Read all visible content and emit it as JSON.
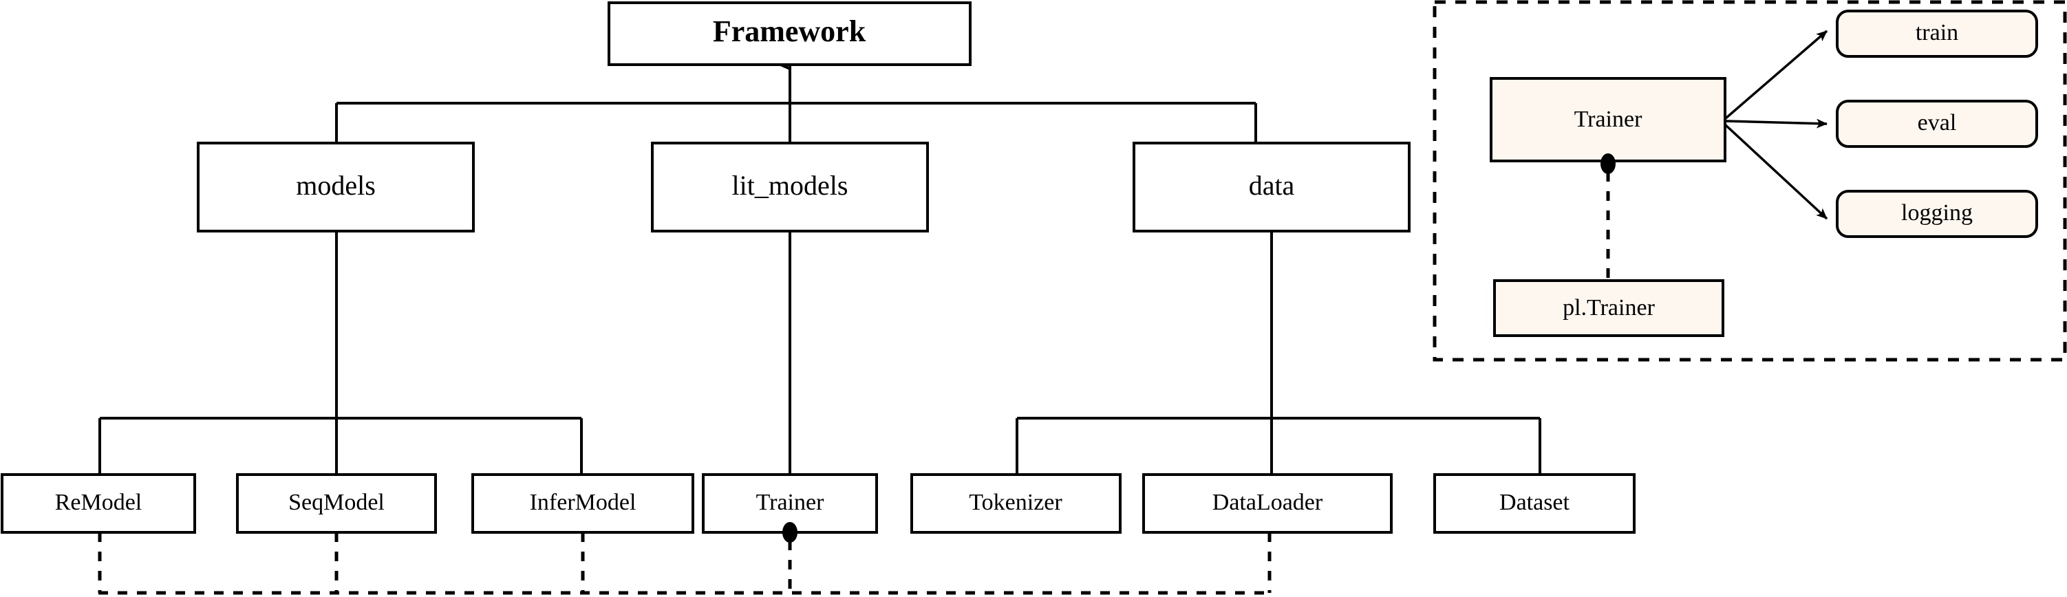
{
  "diagram": {
    "title_box": {
      "label": "Framework"
    },
    "level2": [
      {
        "id": "models",
        "label": "models"
      },
      {
        "id": "lit_models",
        "label": "lit_models"
      },
      {
        "id": "data",
        "label": "data"
      }
    ],
    "level3": [
      {
        "id": "remodel",
        "label": "ReModel"
      },
      {
        "id": "seqmodel",
        "label": "SeqModel"
      },
      {
        "id": "infermodel",
        "label": "InferModel"
      },
      {
        "id": "trainer",
        "label": "Trainer"
      },
      {
        "id": "tokenizer",
        "label": "Tokenizer"
      },
      {
        "id": "dataloader",
        "label": "DataLoader"
      },
      {
        "id": "dataset",
        "label": "Dataset"
      }
    ],
    "inset": {
      "main_box": {
        "label": "Trainer"
      },
      "methods": [
        {
          "id": "train",
          "label": "train"
        },
        {
          "id": "eval",
          "label": "eval"
        },
        {
          "id": "logging",
          "label": "logging"
        }
      ],
      "base_box": {
        "label": "pl.Trainer"
      }
    },
    "colors": {
      "stroke": "#000000",
      "box_fill": "#FFFFFF",
      "inset_fill": "#FDF7F0",
      "background": "#FFFFFF"
    }
  }
}
